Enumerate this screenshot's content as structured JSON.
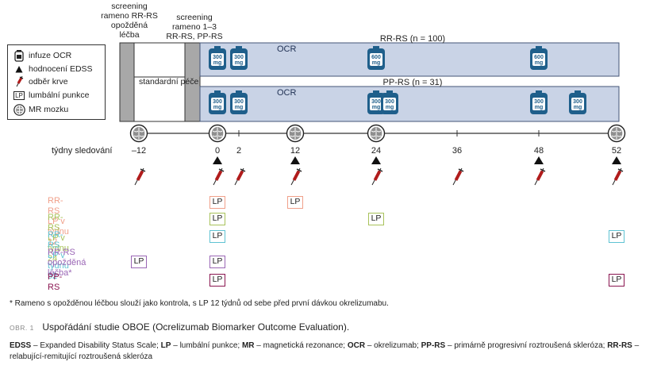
{
  "header": {
    "delayed_arm": "screening\nrameno RR-RS\nopožděná\nléčba",
    "screening_main": "screening\nrameno 1–3\nRR-RS, PP-RS"
  },
  "bars": {
    "rr": {
      "label": "RR-RS (n = 100)",
      "ocr": "OCR"
    },
    "pp": {
      "label": "PP-RS (n = 31)",
      "ocr": "OCR",
      "standard": "standardní péče"
    }
  },
  "doses": {
    "rr": [
      {
        "week": 0,
        "mg": "300"
      },
      {
        "week": 2,
        "mg": "300"
      },
      {
        "week": 24,
        "mg": "600"
      },
      {
        "week": 48,
        "mg": "600"
      }
    ],
    "pp": [
      {
        "week": 0,
        "mg": "300"
      },
      {
        "week": 2,
        "mg": "300"
      },
      {
        "week": 24,
        "mg": "300"
      },
      {
        "week": 26,
        "mg": "300"
      },
      {
        "week": 48,
        "mg": "300"
      },
      {
        "week": 50,
        "mg": "300"
      }
    ],
    "unit": "mg"
  },
  "legend": [
    {
      "icon": "infusion-bag-icon",
      "label": "infuze OCR"
    },
    {
      "icon": "triangle-icon",
      "label": "hodnocení EDSS"
    },
    {
      "icon": "syringe-icon",
      "label": "odběr krve"
    },
    {
      "icon": "lp-box-icon",
      "label": "lumbální punkce",
      "box": "LP"
    },
    {
      "icon": "brain-icon",
      "label": "MR mozku"
    }
  ],
  "timeline": {
    "label": "týdny sledování",
    "ticks": [
      -12,
      0,
      2,
      12,
      24,
      36,
      48,
      52
    ],
    "tick_labels": [
      "–12",
      "0",
      "2",
      "12",
      "24",
      "36",
      "48",
      "52"
    ],
    "mri_weeks": [
      -12,
      0,
      12,
      24,
      52
    ],
    "edss_weeks": [
      0,
      12,
      24,
      48,
      52
    ],
    "blood_weeks": [
      -12,
      0,
      2,
      12,
      24,
      36,
      48,
      52
    ]
  },
  "lp_rows": [
    {
      "label": "RR-RS LP v týdnu 12",
      "color": "#f0a08a",
      "weeks": [
        0,
        12
      ]
    },
    {
      "label": "RR-RS LP v týdnu 24",
      "color": "#a8c25a",
      "weeks": [
        0,
        24
      ]
    },
    {
      "label": "RR-RS LP v týdnu 52",
      "color": "#5fc3d3",
      "weeks": [
        0,
        52
      ]
    },
    {
      "label": "RR-RS opožděná\nléčba*",
      "color": "#9a66b5",
      "weeks": [
        -12,
        0
      ]
    },
    {
      "label": "PP-RS",
      "color": "#8a1550",
      "weeks": [
        0,
        52
      ]
    }
  ],
  "lp_label": "LP",
  "footnote": "* Rameno s opožděnou léčbou slouží jako kontrola, s LP 12 týdnů od sebe před první dávkou okrelizumabu.",
  "caption": {
    "prefix": "OBR. 1",
    "title": "Uspořádání studie OBOE (Ocrelizumab Biomarker Outcome Evaluation)."
  },
  "abbreviations": [
    {
      "abbr": "EDSS",
      "def": " – Expanded Disability Status Scale; "
    },
    {
      "abbr": "LP",
      "def": " – lumbální punkce; "
    },
    {
      "abbr": "MR",
      "def": " – magnetická rezonance; "
    },
    {
      "abbr": "OCR",
      "def": " – okrelizumab; "
    },
    {
      "abbr": "PP-RS",
      "def": " – primárně progresivní roztroušená skleróza; "
    },
    {
      "abbr": "RR-RS",
      "def": " – relabující-remitující roztroušená skleróza"
    }
  ],
  "colors": {
    "bar_fill": "#c9d3e6",
    "bar_stroke": "#445577",
    "screen_grey": "#a8a8a8",
    "bag": "#1f5f8b",
    "syringe": "#b11c1c"
  }
}
